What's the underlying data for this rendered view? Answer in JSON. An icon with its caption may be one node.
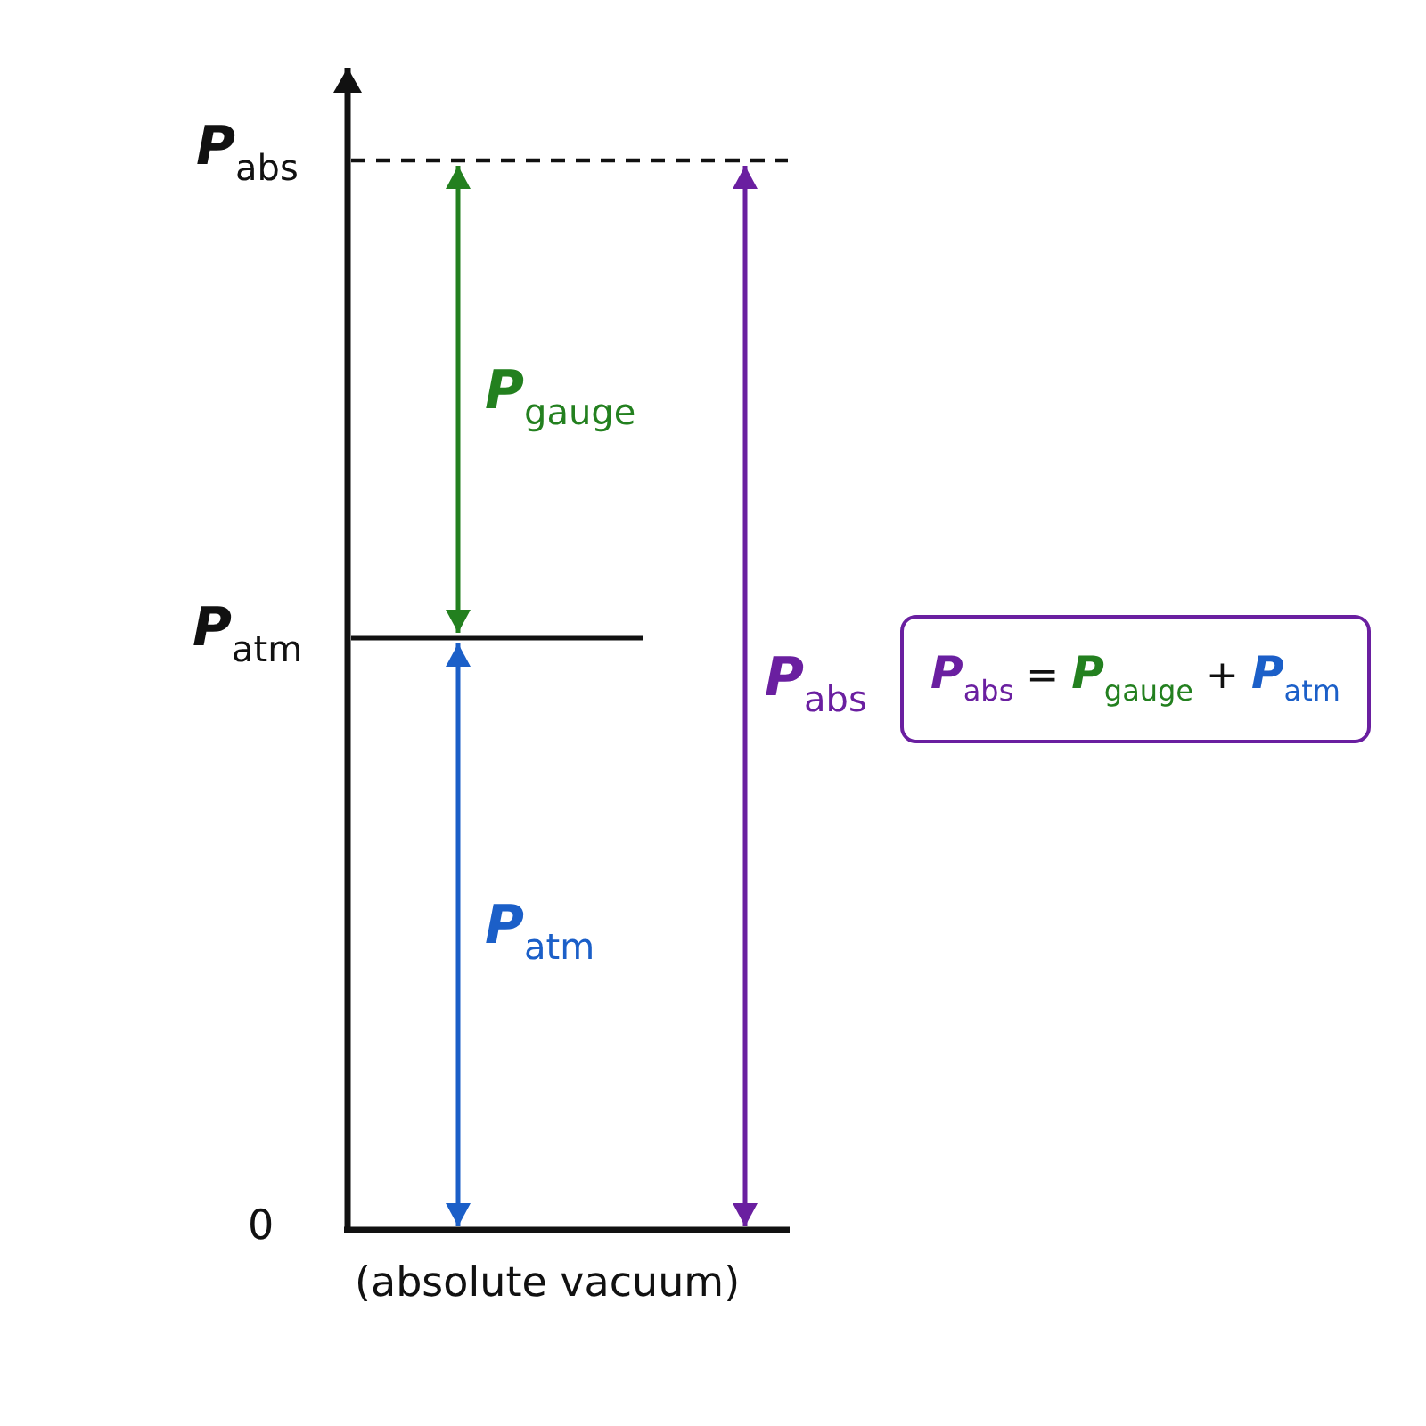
{
  "diagram": {
    "nodes": [
      {
        "text": [
          "*P*$_{abs}$ = *P*$_{gauge}$ + *P*$_{atm}$"
        ]
      }
    ],
    "labels": [
      "*P*$_{abs}$",
      "*P*$_{gauge}$",
      "*P*$_{atm}$",
      "*P*$_{abs}$",
      "*P*$_{atm}$",
      "0",
      "(absolute vacuum)"
    ]
  }
}
